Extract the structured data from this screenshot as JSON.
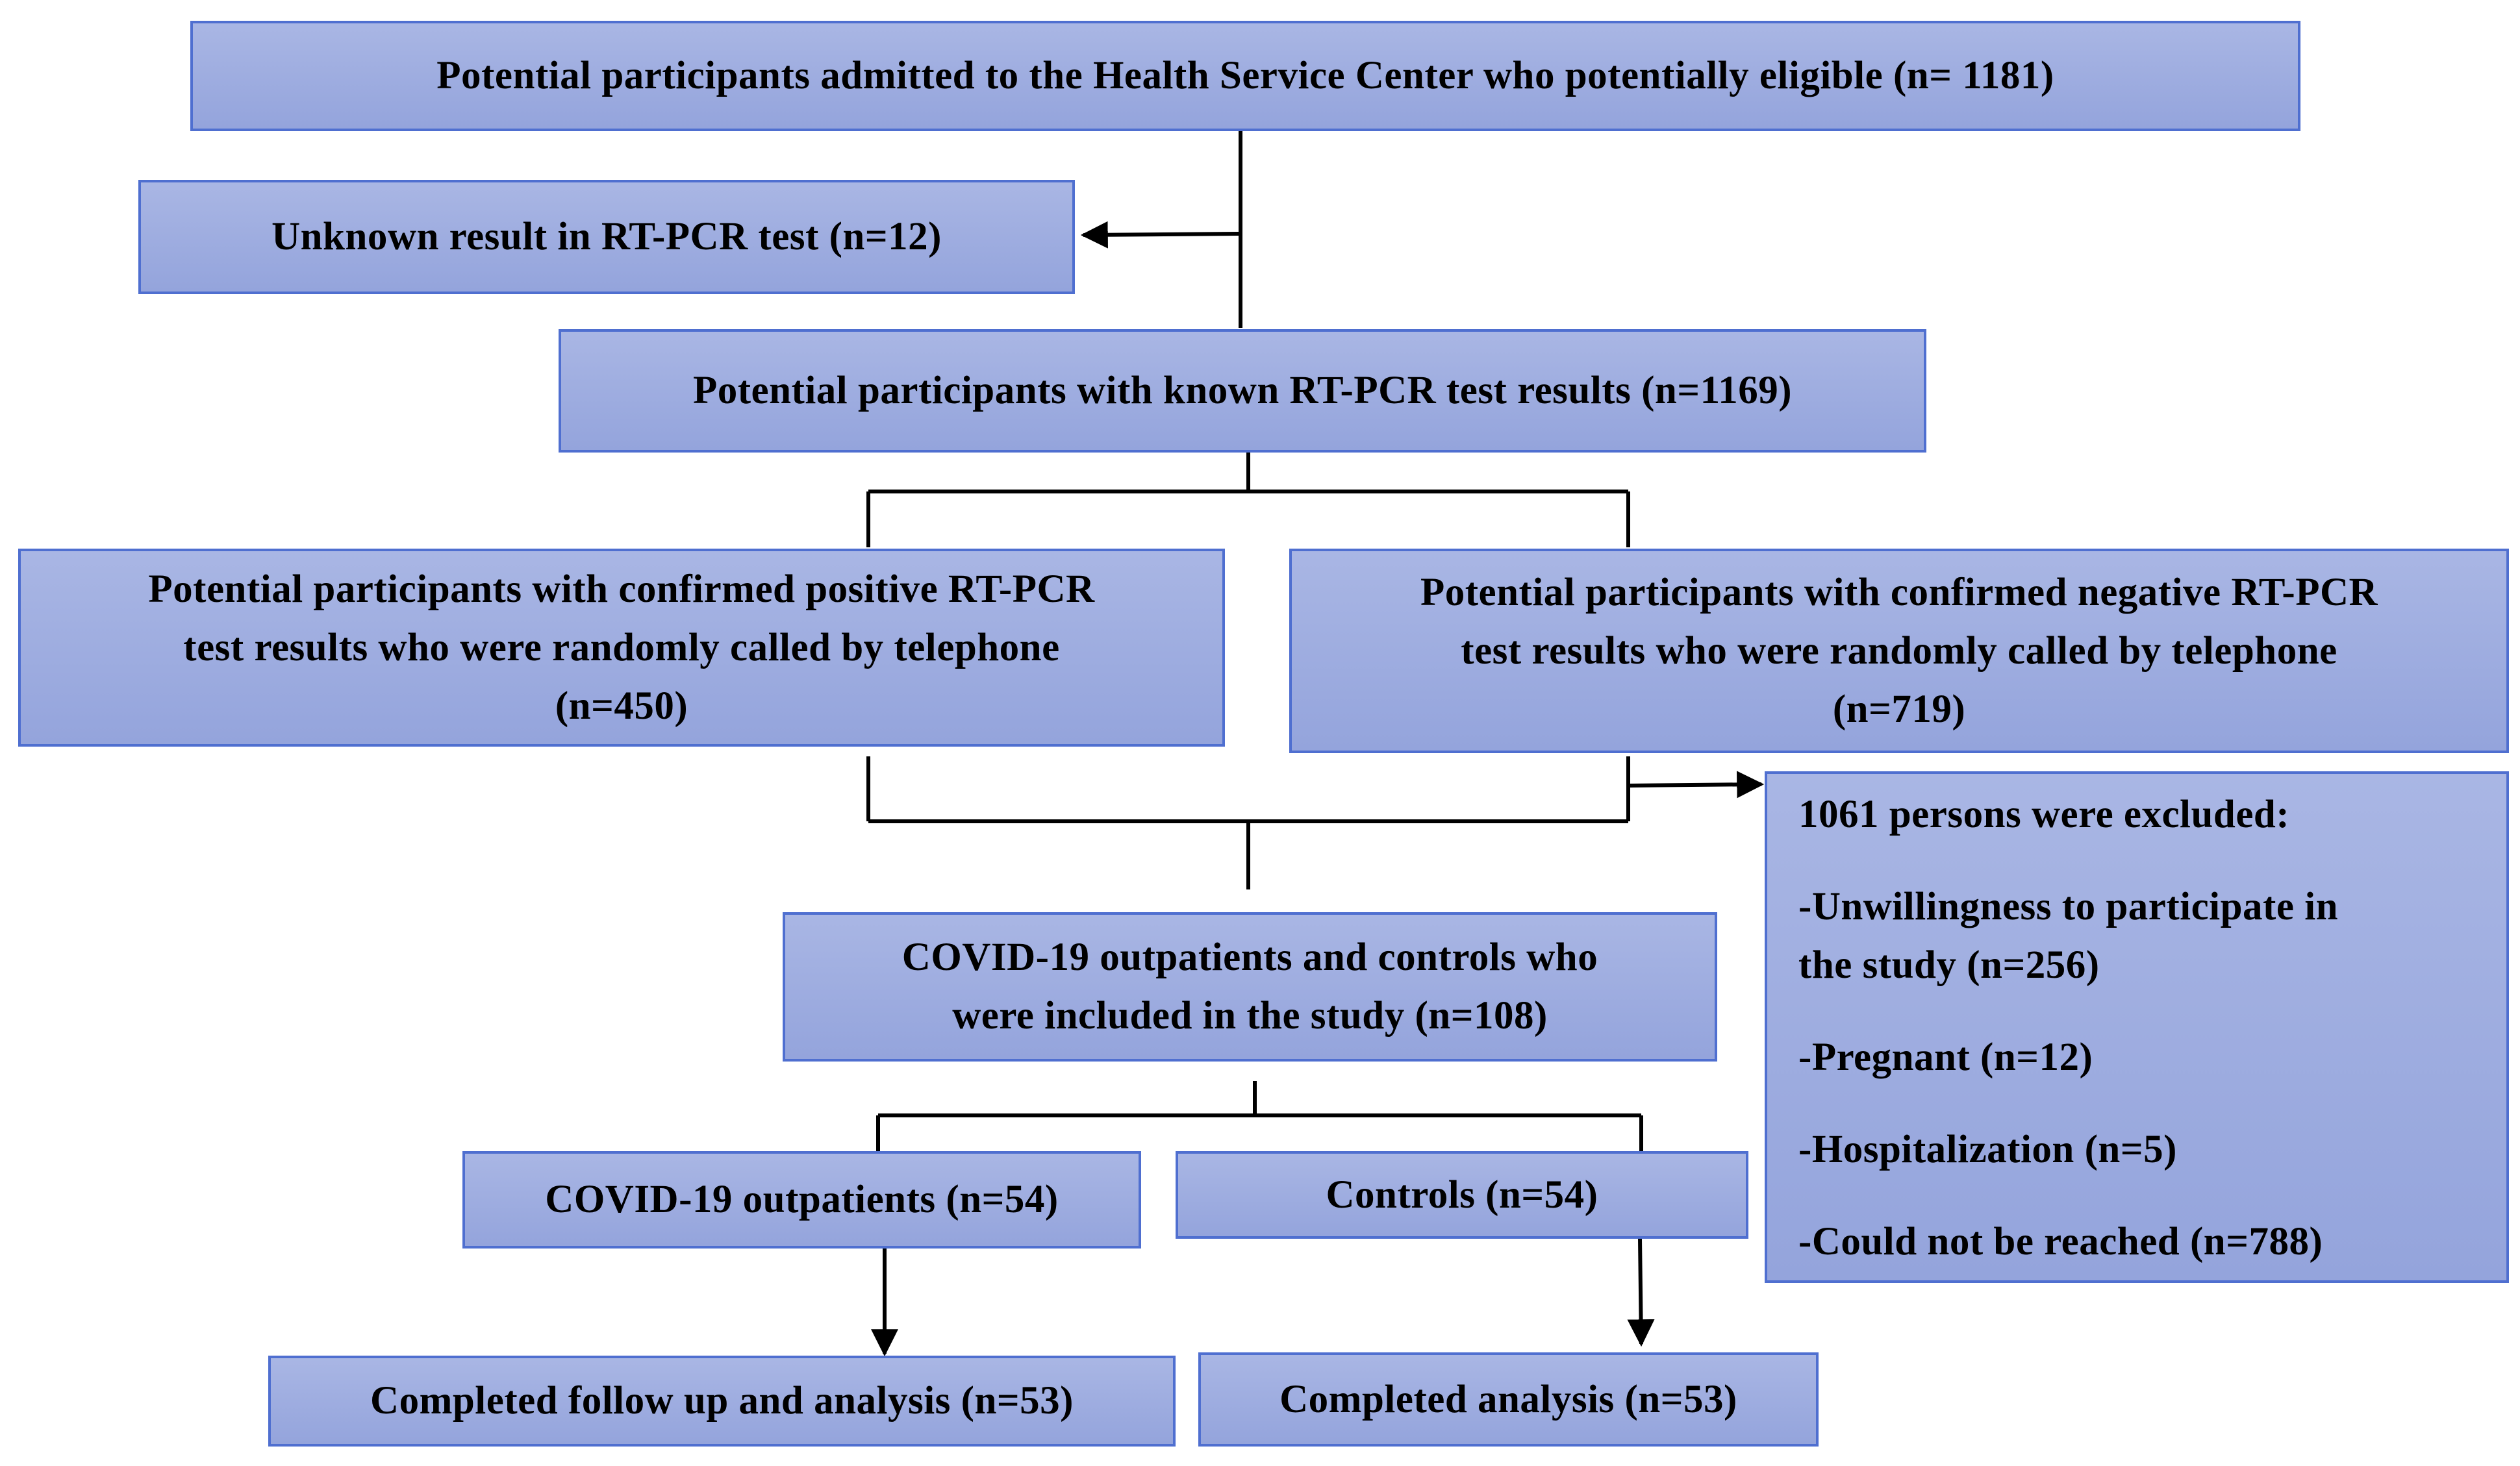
{
  "boxes": {
    "eligible": "Potential participants admitted to the Health Service Center who potentially eligible (n= 1181)",
    "unknown": "Unknown result in RT-PCR test (n=12)",
    "known": "Potential participants with known RT-PCR test results (n=1169)",
    "positive": {
      "line1": "Potential participants with confirmed positive RT-PCR",
      "line2": "test results who were randomly called by telephone",
      "line3": "(n=450)"
    },
    "negative": {
      "line1": "Potential participants with confirmed negative RT-PCR",
      "line2": "test results who were randomly called by telephone",
      "line3": "(n=719)"
    },
    "included": {
      "line1": "COVID-19 outpatients and controls who",
      "line2": "were included in the study (n=108)"
    },
    "outpatients": "COVID-19 outpatients (n=54)",
    "controls": "Controls (n=54)",
    "completed_followup": "Completed follow up and analysis (n=53)",
    "completed_analysis": "Completed analysis (n=53)"
  },
  "excluded": {
    "title": "1061 persons were excluded:",
    "reasons": [
      {
        "line1": "-Unwillingness to participate in",
        "line2": "the study (n=256)"
      },
      {
        "line1": "-Pregnant (n=12)"
      },
      {
        "line1": "-Hospitalization (n=5)"
      },
      {
        "line1": "-Could not be reached (n=788)"
      }
    ]
  },
  "colors": {
    "box_fill": "#9eadE0",
    "box_border": "#4f6fd0",
    "connector": "#000000"
  }
}
